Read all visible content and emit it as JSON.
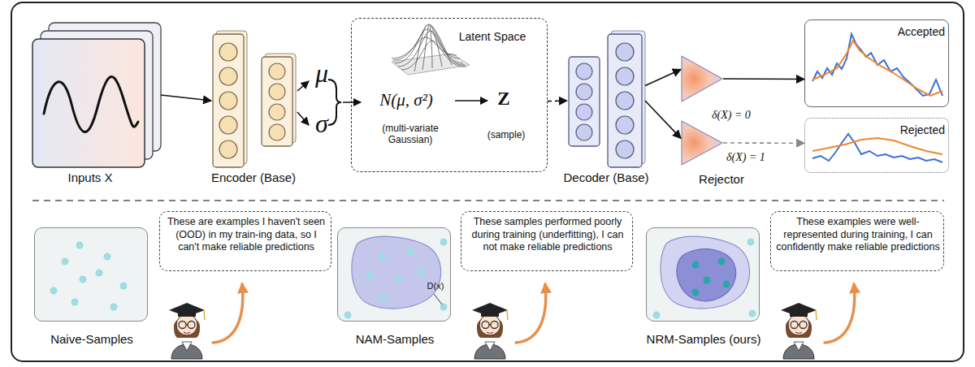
{
  "diagram": {
    "nodes": [
      {
        "text": [
          "Inputs X"
        ]
      },
      {
        "text": [
          "Encoder (Base)"
        ]
      },
      {
        "text": [
          "Latent Space",
          "N(μ, σ²)",
          "(multi-variate Gaussian)",
          "Z",
          "(sample)"
        ]
      },
      {
        "text": [
          "Decoder (Base)"
        ]
      },
      {
        "text": [
          "δ(X) = 0"
        ]
      },
      {
        "text": [
          "δ(X) = 1"
        ]
      },
      {
        "text": [
          "Accepted"
        ]
      },
      {
        "text": [
          "Rejected"
        ]
      },
      {
        "text": [
          "Naive-Samples"
        ]
      },
      {
        "text": [
          "These are examples I haven't seen (OOD) in my train-ing data, so I can't make reliable predictions"
        ]
      },
      {
        "text": [
          "NAM-Samples"
        ]
      },
      {
        "text": [
          "These samples performed poorly during training (underfitting), I can not make reliable predictions"
        ]
      },
      {
        "text": [
          "NRM-Samples (ours)"
        ]
      },
      {
        "text": [
          "These examples were well-represented during training, I can confidently make reliable predictions"
        ]
      }
    ],
    "edges": [
      {
        "from": 0,
        "to": 1,
        "arrow": "to"
      },
      {
        "from": 2,
        "to": 3,
        "arrow": "to"
      },
      {
        "from": 3,
        "to": 4,
        "arrow": "to"
      },
      {
        "from": 3,
        "to": 5,
        "arrow": "to"
      },
      {
        "from": 4,
        "to": 6,
        "arrow": "to"
      },
      {
        "from": 5,
        "to": 7,
        "arrow": "to"
      }
    ],
    "labels": [
      "μ",
      "σ",
      "Rejector",
      "D(x)"
    ]
  }
}
